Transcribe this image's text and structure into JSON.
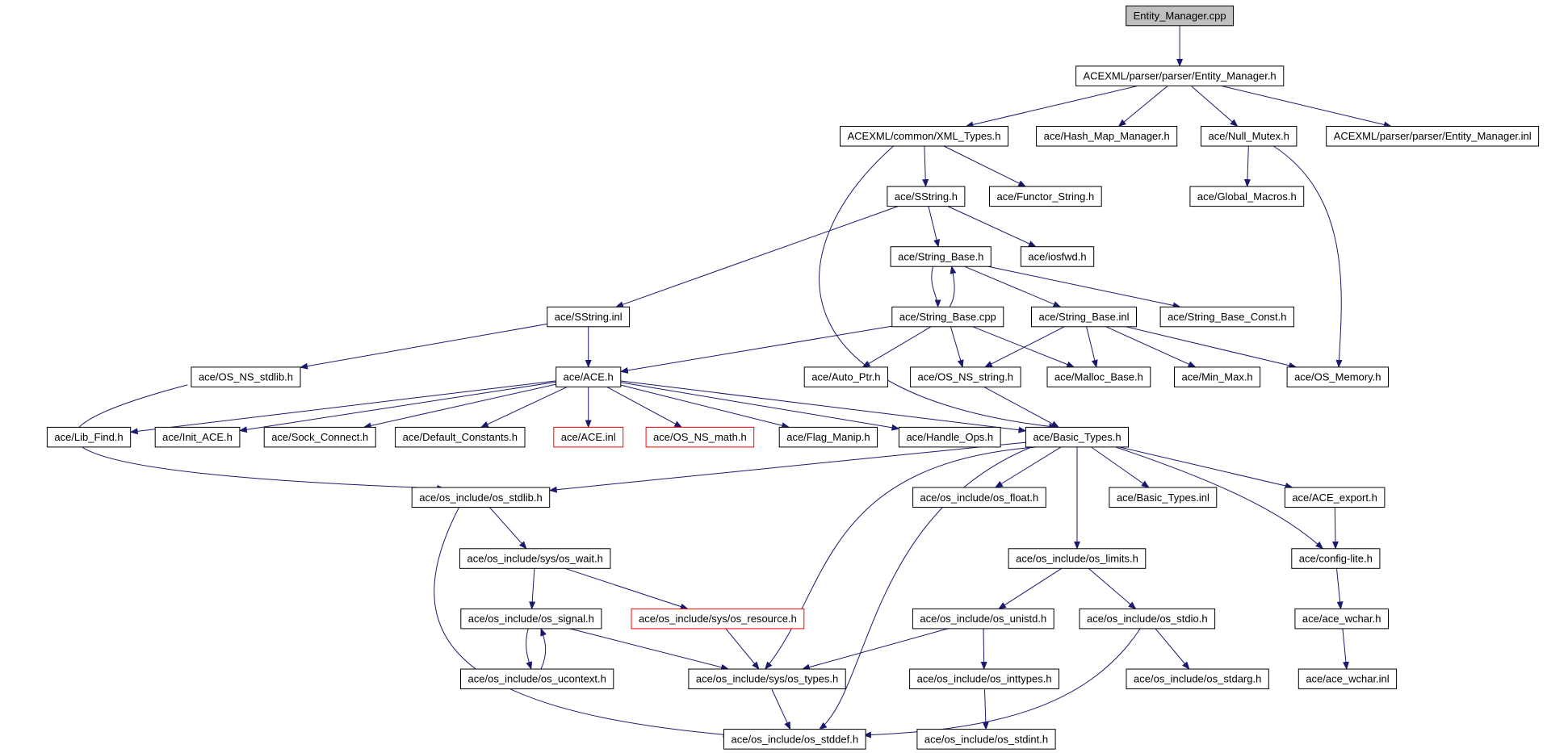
{
  "colors": {
    "edge": "#191970",
    "node_border": "#000000",
    "node_border_missing": "#ff0000",
    "root_fill": "#bfbfbf",
    "node_fill": "#ffffff"
  },
  "nodes": [
    {
      "id": "entity_manager_cpp",
      "label": "Entity_Manager.cpp",
      "style": "root"
    },
    {
      "id": "entity_manager_h",
      "label": "ACEXML/parser/parser/Entity_Manager.h"
    },
    {
      "id": "xml_types_h",
      "label": "ACEXML/common/XML_Types.h"
    },
    {
      "id": "hash_map_manager_h",
      "label": "ace/Hash_Map_Manager.h"
    },
    {
      "id": "null_mutex_h",
      "label": "ace/Null_Mutex.h"
    },
    {
      "id": "entity_manager_inl",
      "label": "ACEXML/parser/parser/Entity_Manager.inl"
    },
    {
      "id": "sstring_h",
      "label": "ace/SString.h"
    },
    {
      "id": "functor_string_h",
      "label": "ace/Functor_String.h"
    },
    {
      "id": "global_macros_h",
      "label": "ace/Global_Macros.h"
    },
    {
      "id": "string_base_h",
      "label": "ace/String_Base.h"
    },
    {
      "id": "iosfwd_h",
      "label": "ace/iosfwd.h"
    },
    {
      "id": "sstring_inl",
      "label": "ace/SString.inl"
    },
    {
      "id": "string_base_cpp",
      "label": "ace/String_Base.cpp"
    },
    {
      "id": "string_base_inl",
      "label": "ace/String_Base.inl"
    },
    {
      "id": "string_base_const_h",
      "label": "ace/String_Base_Const.h"
    },
    {
      "id": "os_ns_stdlib_h",
      "label": "ace/OS_NS_stdlib.h"
    },
    {
      "id": "ace_h",
      "label": "ace/ACE.h"
    },
    {
      "id": "auto_ptr_h",
      "label": "ace/Auto_Ptr.h"
    },
    {
      "id": "os_ns_string_h",
      "label": "ace/OS_NS_string.h"
    },
    {
      "id": "malloc_base_h",
      "label": "ace/Malloc_Base.h"
    },
    {
      "id": "min_max_h",
      "label": "ace/Min_Max.h"
    },
    {
      "id": "os_memory_h",
      "label": "ace/OS_Memory.h"
    },
    {
      "id": "lib_find_h",
      "label": "ace/Lib_Find.h"
    },
    {
      "id": "init_ace_h",
      "label": "ace/Init_ACE.h"
    },
    {
      "id": "sock_connect_h",
      "label": "ace/Sock_Connect.h"
    },
    {
      "id": "default_constants_h",
      "label": "ace/Default_Constants.h"
    },
    {
      "id": "ace_inl",
      "label": "ace/ACE.inl",
      "style": "missing"
    },
    {
      "id": "os_ns_math_h",
      "label": "ace/OS_NS_math.h",
      "style": "missing"
    },
    {
      "id": "flag_manip_h",
      "label": "ace/Flag_Manip.h"
    },
    {
      "id": "handle_ops_h",
      "label": "ace/Handle_Ops.h"
    },
    {
      "id": "basic_types_h",
      "label": "ace/Basic_Types.h"
    },
    {
      "id": "os_stdlib_h",
      "label": "ace/os_include/os_stdlib.h"
    },
    {
      "id": "os_float_h",
      "label": "ace/os_include/os_float.h"
    },
    {
      "id": "basic_types_inl",
      "label": "ace/Basic_Types.inl"
    },
    {
      "id": "ace_export_h",
      "label": "ace/ACE_export.h"
    },
    {
      "id": "os_wait_h",
      "label": "ace/os_include/sys/os_wait.h"
    },
    {
      "id": "os_limits_h",
      "label": "ace/os_include/os_limits.h"
    },
    {
      "id": "config_lite_h",
      "label": "ace/config-lite.h"
    },
    {
      "id": "os_signal_h",
      "label": "ace/os_include/os_signal.h"
    },
    {
      "id": "os_resource_h",
      "label": "ace/os_include/sys/os_resource.h",
      "style": "missing"
    },
    {
      "id": "os_unistd_h",
      "label": "ace/os_include/os_unistd.h"
    },
    {
      "id": "os_stdio_h",
      "label": "ace/os_include/os_stdio.h"
    },
    {
      "id": "ace_wchar_h",
      "label": "ace/ace_wchar.h"
    },
    {
      "id": "os_ucontext_h",
      "label": "ace/os_include/os_ucontext.h"
    },
    {
      "id": "os_types_h",
      "label": "ace/os_include/sys/os_types.h"
    },
    {
      "id": "os_inttypes_h",
      "label": "ace/os_include/os_inttypes.h"
    },
    {
      "id": "os_stdarg_h",
      "label": "ace/os_include/os_stdarg.h"
    },
    {
      "id": "ace_wchar_inl",
      "label": "ace/ace_wchar.inl"
    },
    {
      "id": "os_stddef_h",
      "label": "ace/os_include/os_stddef.h"
    },
    {
      "id": "os_stdint_h",
      "label": "ace/os_include/os_stdint.h"
    }
  ],
  "edges": [
    [
      "entity_manager_cpp",
      "entity_manager_h"
    ],
    [
      "entity_manager_h",
      "xml_types_h"
    ],
    [
      "entity_manager_h",
      "hash_map_manager_h"
    ],
    [
      "entity_manager_h",
      "null_mutex_h"
    ],
    [
      "entity_manager_h",
      "entity_manager_inl"
    ],
    [
      "xml_types_h",
      "sstring_h"
    ],
    [
      "xml_types_h",
      "functor_string_h"
    ],
    [
      "xml_types_h",
      "basic_types_h"
    ],
    [
      "null_mutex_h",
      "global_macros_h"
    ],
    [
      "null_mutex_h",
      "os_memory_h"
    ],
    [
      "sstring_h",
      "string_base_h"
    ],
    [
      "sstring_h",
      "iosfwd_h"
    ],
    [
      "sstring_h",
      "sstring_inl"
    ],
    [
      "string_base_h",
      "string_base_cpp"
    ],
    [
      "string_base_cpp",
      "string_base_h"
    ],
    [
      "string_base_h",
      "string_base_inl"
    ],
    [
      "string_base_h",
      "string_base_const_h"
    ],
    [
      "sstring_inl",
      "os_ns_stdlib_h"
    ],
    [
      "sstring_inl",
      "ace_h"
    ],
    [
      "string_base_cpp",
      "ace_h"
    ],
    [
      "string_base_cpp",
      "auto_ptr_h"
    ],
    [
      "string_base_cpp",
      "os_ns_string_h"
    ],
    [
      "string_base_cpp",
      "malloc_base_h"
    ],
    [
      "string_base_inl",
      "os_ns_string_h"
    ],
    [
      "string_base_inl",
      "malloc_base_h"
    ],
    [
      "string_base_inl",
      "min_max_h"
    ],
    [
      "string_base_inl",
      "os_memory_h"
    ],
    [
      "os_ns_stdlib_h",
      "os_stdlib_h"
    ],
    [
      "ace_h",
      "lib_find_h"
    ],
    [
      "ace_h",
      "init_ace_h"
    ],
    [
      "ace_h",
      "sock_connect_h"
    ],
    [
      "ace_h",
      "default_constants_h"
    ],
    [
      "ace_h",
      "ace_inl"
    ],
    [
      "ace_h",
      "os_ns_math_h"
    ],
    [
      "ace_h",
      "flag_manip_h"
    ],
    [
      "ace_h",
      "handle_ops_h"
    ],
    [
      "ace_h",
      "basic_types_h"
    ],
    [
      "os_ns_string_h",
      "basic_types_h"
    ],
    [
      "basic_types_h",
      "os_stdlib_h"
    ],
    [
      "basic_types_h",
      "os_float_h"
    ],
    [
      "basic_types_h",
      "basic_types_inl"
    ],
    [
      "basic_types_h",
      "ace_export_h"
    ],
    [
      "basic_types_h",
      "os_limits_h"
    ],
    [
      "basic_types_h",
      "config_lite_h"
    ],
    [
      "basic_types_h",
      "os_types_h"
    ],
    [
      "basic_types_h",
      "os_stddef_h"
    ],
    [
      "ace_export_h",
      "config_lite_h"
    ],
    [
      "os_stdlib_h",
      "os_wait_h"
    ],
    [
      "os_stdlib_h",
      "os_stddef_h"
    ],
    [
      "os_wait_h",
      "os_signal_h"
    ],
    [
      "os_wait_h",
      "os_resource_h"
    ],
    [
      "os_signal_h",
      "os_ucontext_h"
    ],
    [
      "os_ucontext_h",
      "os_signal_h"
    ],
    [
      "os_signal_h",
      "os_types_h"
    ],
    [
      "os_resource_h",
      "os_types_h"
    ],
    [
      "os_limits_h",
      "os_unistd_h"
    ],
    [
      "os_limits_h",
      "os_stdio_h"
    ],
    [
      "os_unistd_h",
      "os_types_h"
    ],
    [
      "os_unistd_h",
      "os_inttypes_h"
    ],
    [
      "os_stdio_h",
      "os_stdarg_h"
    ],
    [
      "os_stdio_h",
      "os_stddef_h"
    ],
    [
      "os_types_h",
      "os_stddef_h"
    ],
    [
      "os_inttypes_h",
      "os_stdint_h"
    ],
    [
      "config_lite_h",
      "ace_wchar_h"
    ],
    [
      "ace_wchar_h",
      "ace_wchar_inl"
    ]
  ]
}
